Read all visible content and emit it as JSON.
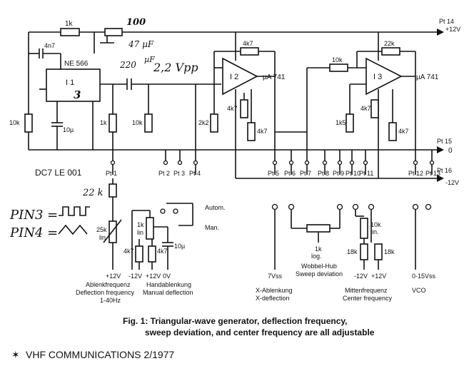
{
  "labels": {
    "p114": "Pt 14",
    "plus12_top": "+12V",
    "p115": "Pt 15",
    "zero": "0",
    "p116": "Pt 16",
    "minus12_right": "-12V",
    "r1k_top": "1k",
    "hand100": "100",
    "hand47uf": "47 µF",
    "c4n7": "4n7",
    "ne566": "NE 566",
    "i1": "I 1",
    "i1hand": "3",
    "r10k_left": "10k",
    "c10u_left": "10µ",
    "hand220": "220",
    "hand_uf": "µF",
    "hand22vpp": "2,2 Vpp",
    "r1k_mid": "1k",
    "r10k_mid": "10k",
    "r4k7_i2fb": "4k7",
    "i2": "I 2",
    "ua741_i2": "µA 741",
    "r4k7_i2a": "4k7",
    "r2k2": "2k2",
    "r4k7_i2b": "4k7",
    "r10k_i3in": "10k",
    "r22k": "22k",
    "i3": "I 3",
    "ua741_i3": "µA 741",
    "r4k7_i3a": "4k7",
    "r1k5": "1k5",
    "r4k7_i3b": "4k7",
    "dc7": "DC7 LE 001",
    "pt1": "Pt 1",
    "pt2": "Pt 2",
    "pt3": "Pt 3",
    "pt4": "Pt 4",
    "pt5": "Pt 5",
    "pt6": "Pt 6",
    "pt7": "Pt 7",
    "pt8": "Pt 8",
    "pt9": "Pt 9",
    "pt10": "Pt 10",
    "pt11": "Pt 11",
    "pt12": "Pt 12",
    "pt13": "Pt 13",
    "hand22k": "22 k",
    "r25k": "25k",
    "r25k_lin": "lin",
    "pin3": "PIN3 =",
    "pin4": "PIN4 =",
    "r1k_lin_a": "1k",
    "r1k_lin_b": "lin",
    "r4k7_b1": "4k7",
    "r4k7_b2": "4k7",
    "c10u_b": "10µ",
    "autom": "Autom.",
    "man": "Man.",
    "v_plus12_a": "+12V",
    "v_minus12_b": "-12V",
    "v_plus12_b": "+12V",
    "v_0v": "0V",
    "ablenk1": "Ablenkfrequenz",
    "ablenk2": "Deflection frequency",
    "ablenk3": "1-40Hz",
    "hand1": "Handablenkung",
    "hand2": "Manual deflection",
    "r1k_log_a": "1k",
    "r1k_log_b": "log.",
    "wobbel1": "Wobbel-Hub",
    "wobbel2": "Sweep deviation",
    "r10k_lin_a": "10k",
    "r10k_lin_b": "lin.",
    "r18k_a": "18k",
    "r18k_b": "18k",
    "v_7vss": "7Vss",
    "v_minus12_c": "-12V",
    "v_plus12_c": "+12V",
    "v_015": "0-15Vss",
    "xab1": "X-Ablenkung",
    "xab2": "X-deflection",
    "mit1": "Mittenfrequenz",
    "mit2": "Center frequency",
    "vco": "VCO",
    "caption1": "Fig. 1: Triangular-wave generator, deflection frequency,",
    "caption2": "sweep deviation, and center frequency are all adjustable",
    "footer": "VHF COMMUNICATIONS   2/1977"
  }
}
